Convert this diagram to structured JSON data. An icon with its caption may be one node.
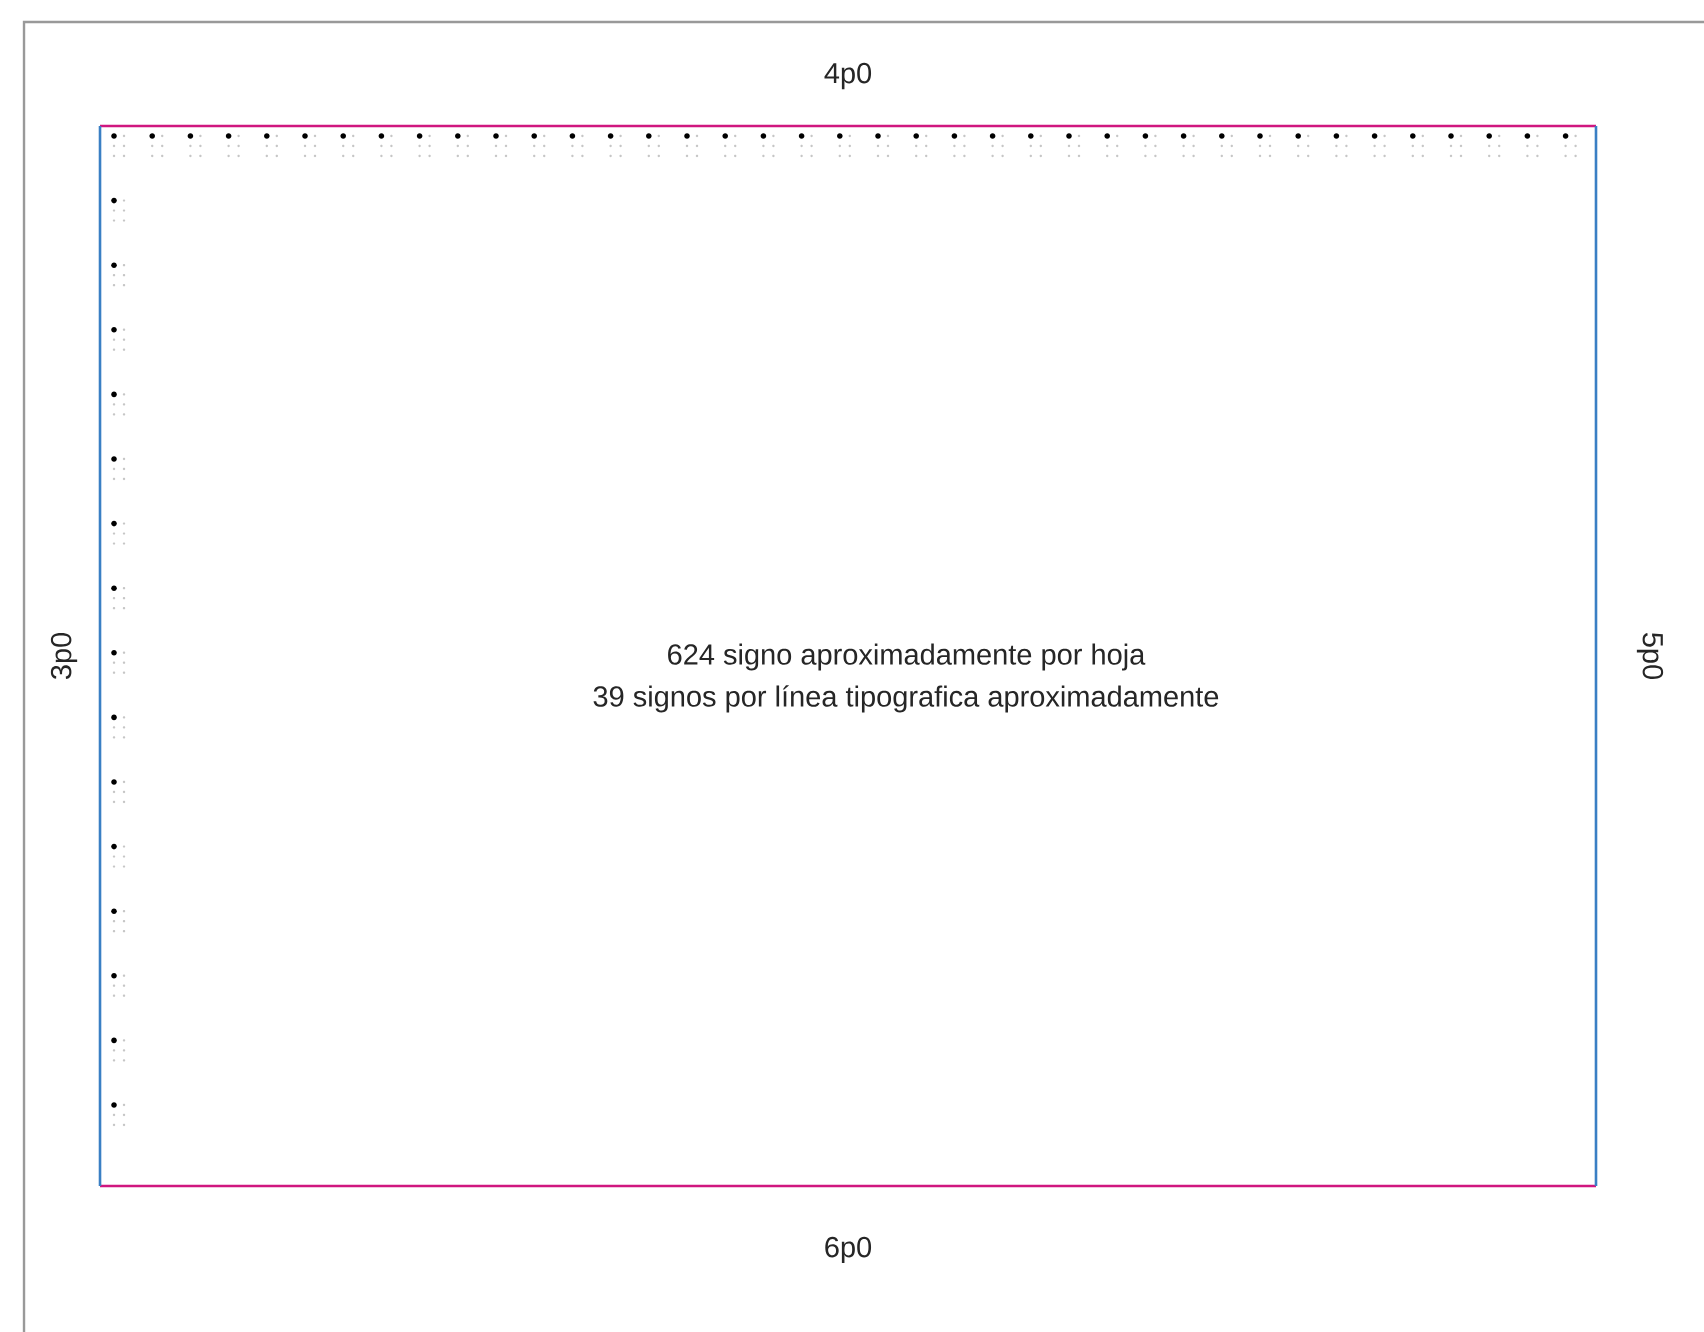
{
  "diagram": {
    "nodes": [
      {
        "text": [
          "624 signo aproximadamente por hoja",
          "39 signos por línea tipografica aproximadamente"
        ]
      }
    ],
    "labels": [
      "4p0",
      "3p0",
      "5p0",
      "6p0"
    ]
  }
}
